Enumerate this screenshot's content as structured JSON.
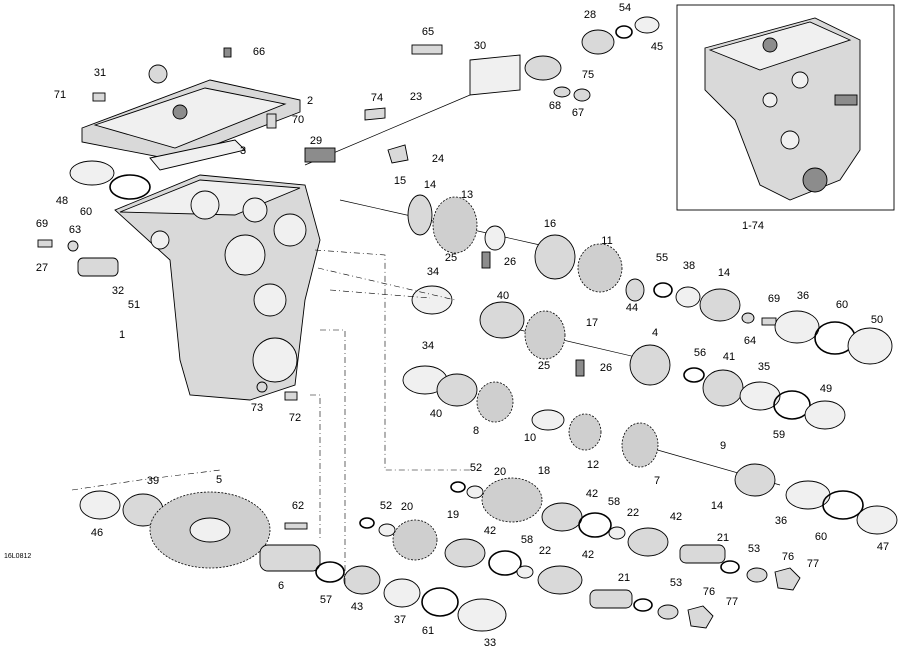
{
  "diagram": {
    "drawing_code": "16L0812",
    "inset_label": "1-74",
    "callouts": [
      "1",
      "2",
      "3",
      "4",
      "5",
      "6",
      "7",
      "8",
      "9",
      "10",
      "11",
      "12",
      "13",
      "14",
      "15",
      "16",
      "17",
      "18",
      "19",
      "20",
      "21",
      "22",
      "23",
      "24",
      "25",
      "26",
      "27",
      "28",
      "29",
      "30",
      "31",
      "32",
      "33",
      "34",
      "35",
      "36",
      "37",
      "38",
      "39",
      "40",
      "41",
      "42",
      "43",
      "44",
      "45",
      "46",
      "47",
      "48",
      "49",
      "50",
      "51",
      "52",
      "53",
      "54",
      "55",
      "56",
      "57",
      "58",
      "59",
      "60",
      "61",
      "62",
      "63",
      "64",
      "65",
      "66",
      "67",
      "68",
      "69",
      "70",
      "71",
      "72",
      "73",
      "74",
      "75",
      "76",
      "77"
    ]
  }
}
